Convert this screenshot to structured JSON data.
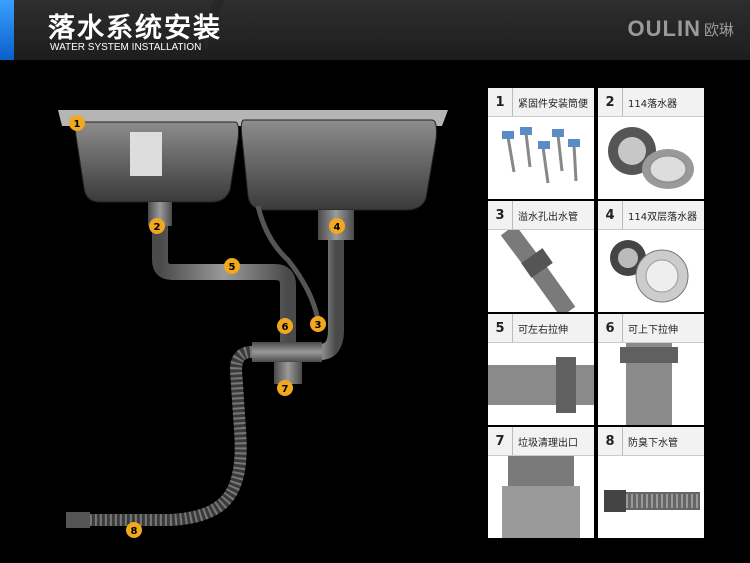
{
  "header": {
    "title": "落水系统安装",
    "subtitle": "WATER SYSTEM INSTALLATION",
    "brand": "OULIN",
    "brand_cn": "欧琳"
  },
  "diagram": {
    "markers": [
      "1",
      "2",
      "3",
      "4",
      "5",
      "6",
      "7",
      "8"
    ]
  },
  "parts": [
    {
      "num": "1",
      "label": "紧固件安装筒便"
    },
    {
      "num": "2",
      "label": "114落水器"
    },
    {
      "num": "3",
      "label": "溢水孔出水管"
    },
    {
      "num": "4",
      "label": "114双层落水器"
    },
    {
      "num": "5",
      "label": "可左右拉伸"
    },
    {
      "num": "6",
      "label": "可上下拉伸"
    },
    {
      "num": "7",
      "label": "垃圾清理出口"
    },
    {
      "num": "8",
      "label": "防臭下水管"
    }
  ],
  "colors": {
    "accent": "#1a7fe6",
    "marker": "#f0a81e",
    "pipe": "#6b6b6b"
  }
}
